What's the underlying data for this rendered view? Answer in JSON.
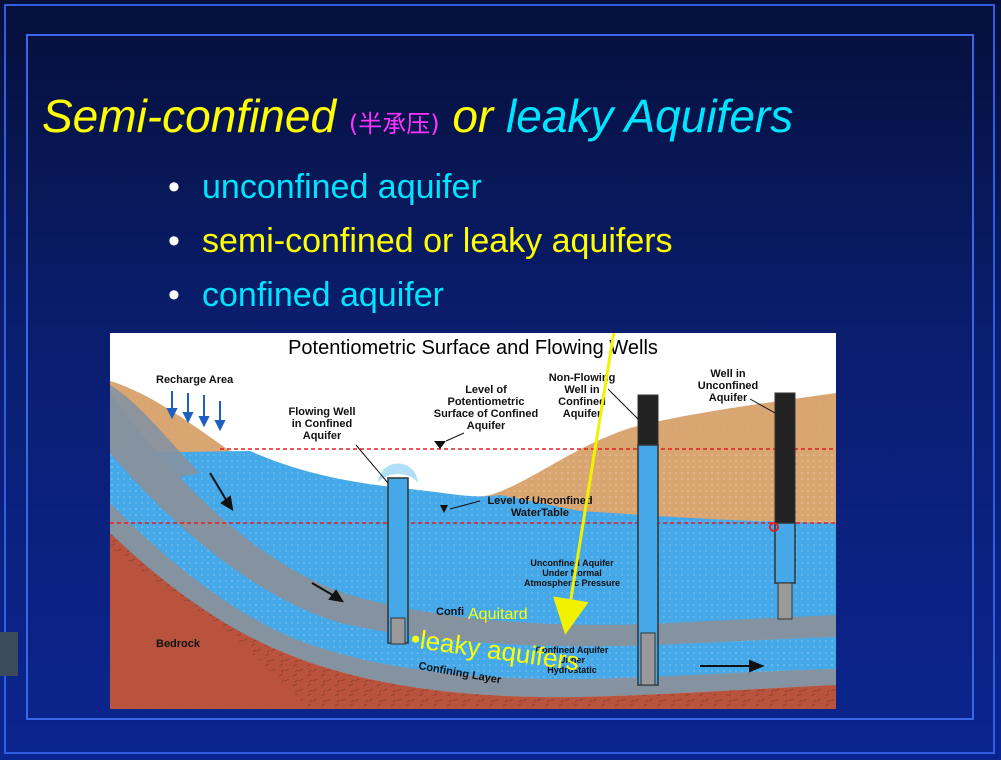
{
  "slide": {
    "title_part1": "Semi-confined ",
    "title_cn": "(半承压)",
    "title_part2": " or ",
    "title_part3": "leaky Aquifers",
    "colors": {
      "yellow": "#ffff00",
      "cyan": "#00e5ff",
      "magenta": "#ff33ff",
      "background": "#0a1e70"
    }
  },
  "bullets": [
    {
      "dot": "•",
      "text": "unconfined aquifer"
    },
    {
      "dot": "•",
      "text": "semi-confined or leaky aquifers"
    },
    {
      "dot": "•",
      "text": "confined aquifer"
    }
  ],
  "diagram": {
    "title": "Potentiometric Surface and Flowing Wells",
    "labels": {
      "recharge": "Recharge Area",
      "flowing_well": [
        "Flowing Well",
        "in Confined",
        "Aquifer"
      ],
      "level_potentiometric": [
        "Level of",
        "Potentiometric",
        "Surface of Confined",
        "Aquifer"
      ],
      "non_flowing": [
        "Non-Flowing",
        "Well in",
        "Confined",
        "Aquifer"
      ],
      "well_unconfined": [
        "Well in",
        "Unconfined",
        "Aquifer"
      ],
      "level_unconfined": [
        "Level of Unconfined",
        "WaterTable"
      ],
      "unconfined_aquifer": [
        "Unconfined Aquifer",
        "Under Normal",
        "Atmospheric Pressure"
      ],
      "confining": "Confi",
      "confined_aquifer": [
        "Confined Aquifer",
        "Under",
        "Hydrostatic"
      ],
      "bedrock": "Bedrock",
      "confining_layer": "Confining Layer"
    },
    "overlay": {
      "aquitard": "Aquitard",
      "leaky": "•leaky aquifers"
    },
    "colors": {
      "sand": "#d9a571",
      "water": "#45a8e8",
      "aquitard": "#8592a0",
      "bedrock": "#b9533e",
      "arrow": "#f2f200",
      "potentiometric": "#e02020"
    }
  }
}
